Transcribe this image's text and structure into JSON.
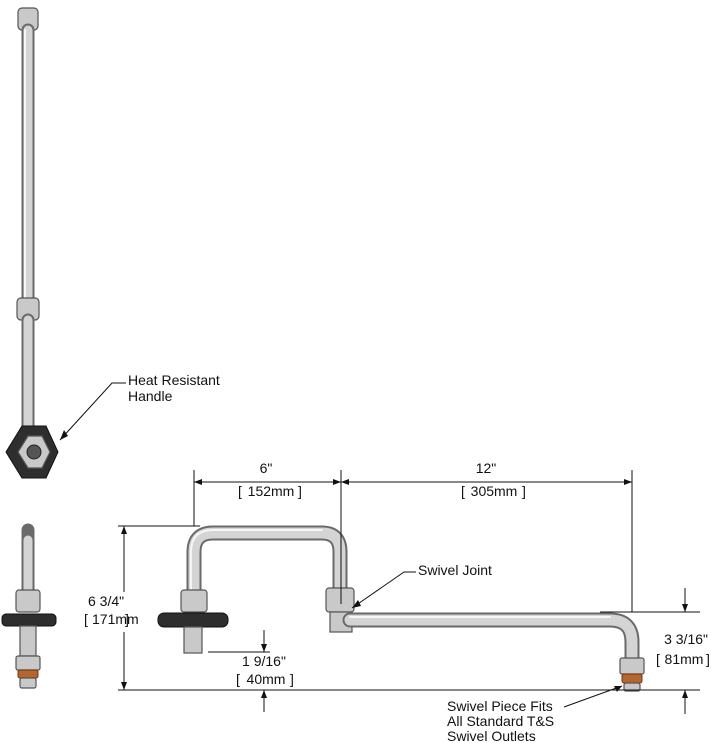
{
  "callouts": {
    "heat_resistant_line1": "Heat Resistant",
    "heat_resistant_line2": "Handle",
    "swivel_joint": "Swivel Joint",
    "swivel_piece_line1": "Swivel Piece Fits",
    "swivel_piece_line2": "All Standard T&S",
    "swivel_piece_line3": "Swivel Outlets"
  },
  "dimensions": {
    "upper_length_in": "6\"",
    "upper_length_mm": "152mm",
    "lower_length_in": "12\"",
    "lower_length_mm": "305mm",
    "overall_height_in": "6 3/4\"",
    "overall_height_mm": "171mm",
    "drop_in": "1 9/16\"",
    "drop_mm": "40mm",
    "outlet_height_in": "3 3/16\"",
    "outlet_height_mm": "81mm"
  },
  "colors": {
    "pipe_shade": "#6a6a6a",
    "pipe_fill": "#d4d4d4",
    "grip_dark": "#2e2e2e",
    "copper_washer": "#b5662e"
  }
}
